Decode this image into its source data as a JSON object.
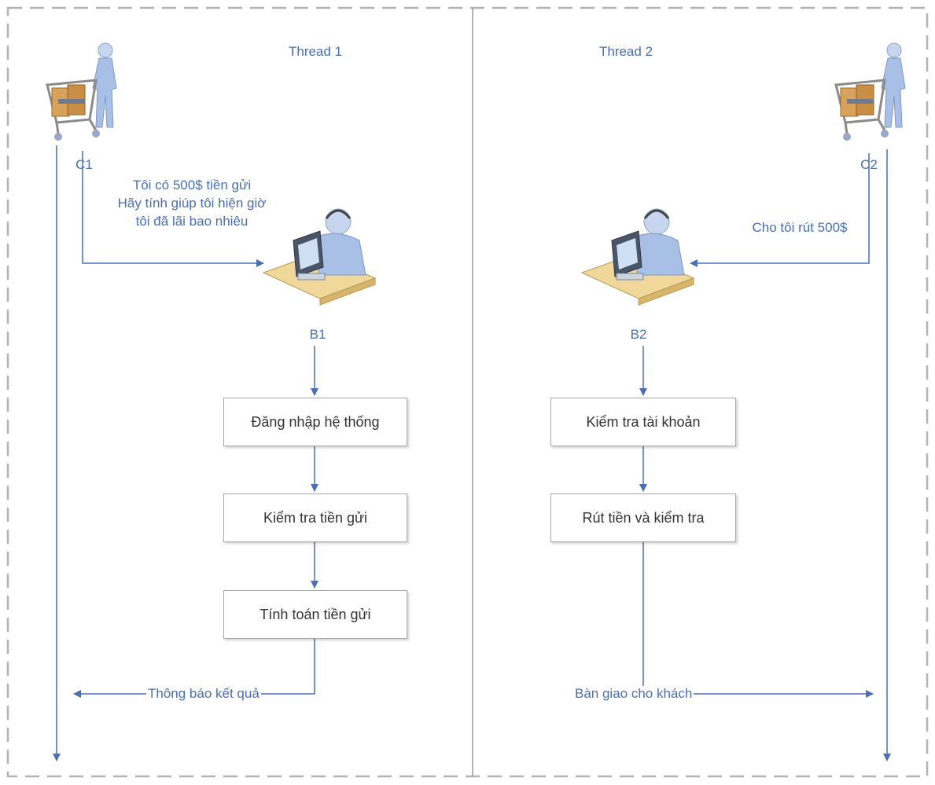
{
  "threads": [
    {
      "title": "Thread 1",
      "customer": {
        "label": "C1",
        "icon": "shopping-cart-customer-icon"
      },
      "request": [
        "Tôi có 500$ tiền gửi",
        "Hãy tính giúp tôi hiện giờ",
        "tôi đã lãi bao nhiêu"
      ],
      "banker": {
        "label": "B1",
        "icon": "teller-at-desk-icon"
      },
      "steps": [
        "Đăng nhập hệ thống",
        "Kiểm tra tiền gửi",
        "Tính toán tiền gửi"
      ],
      "result": "Thông báo kết quả"
    },
    {
      "title": "Thread 2",
      "customer": {
        "label": "C2",
        "icon": "shopping-cart-customer-icon"
      },
      "request": [
        "Cho tôi rút 500$"
      ],
      "banker": {
        "label": "B2",
        "icon": "teller-at-desk-icon"
      },
      "steps": [
        "Kiểm tra tài khoản",
        "Rút tiền và kiểm tra"
      ],
      "result": "Bàn giao cho khách"
    }
  ],
  "colors": {
    "line": "#4a6fb5",
    "border": "#b3b3b3",
    "box_border": "#a9a9a9"
  }
}
